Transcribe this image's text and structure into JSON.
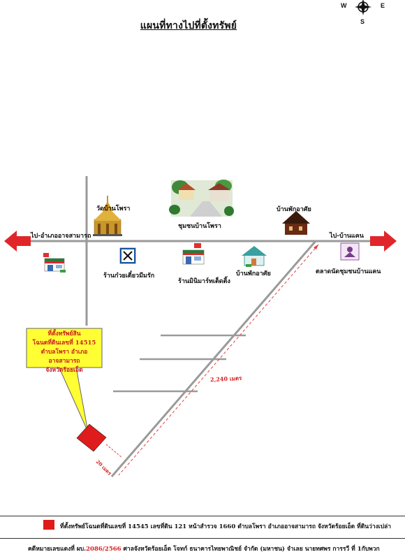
{
  "map": {
    "title": "แผนที่ทางไปที่ตั้งทรัพย์",
    "compass": {
      "west": "W",
      "east": "E",
      "south": "S"
    },
    "roads": {
      "left_label": "ไป-อำเภออาจสามารถ",
      "right_label": "ไป-บ้านแคน"
    },
    "places": {
      "temple": "วัดบ้านโพรา",
      "village": "ชุมชนบ้านโพรา",
      "house_top": "บ้านพักอาศัย",
      "noodle_shop": "ร้านก๋วยเตี๋ยวมีมรัก",
      "mini_mart": "ร้านมินิมาร์ทเต็ดติ้ง",
      "house_bottom": "บ้านพักอาศัย",
      "market": "ตลาดนัดชุมชนบ้านแคน"
    },
    "distances": {
      "long": "2,240 เมตร",
      "short": "20 เมตร"
    },
    "callout": {
      "line1": "ที่ตั้งทรัพย์สิน",
      "line2": "โฉนดที่ดินเลขที่ 14515",
      "line3": "ตำบลโพรา อำเภออาจสามารถ",
      "line4": "จังหวัดร้อยเอ็ด"
    },
    "legend": "ที่ตั้งทรัพย์โฉนดที่ดินเลขที่ 14545 เลขที่ดิน 121 หน้าสำรวจ 1660 ตำบลโพรา อำเภออาจสามารถ จังหวัดร้อยเอ็ด ที่ดินว่างเปล่า",
    "footer": {
      "prefix": "คดีหมายเลขแดงที่ ผบ.",
      "case_no": "2086/2566",
      "suffix": " ศาลจังหวัดร้อยเอ็ด โจทก์ ธนาคารไทยพาณิชย์ จำกัด (มหาชน) จำเลย นายทศพร การรวี ที่ 1กับพวก"
    },
    "colors": {
      "road": "#9a9a9a",
      "arrow": "#e0262a",
      "callout_fill": "#ffff33",
      "callout_text": "#c81e1e",
      "property": "#e01b1b",
      "distance_line": "#e04040"
    }
  }
}
